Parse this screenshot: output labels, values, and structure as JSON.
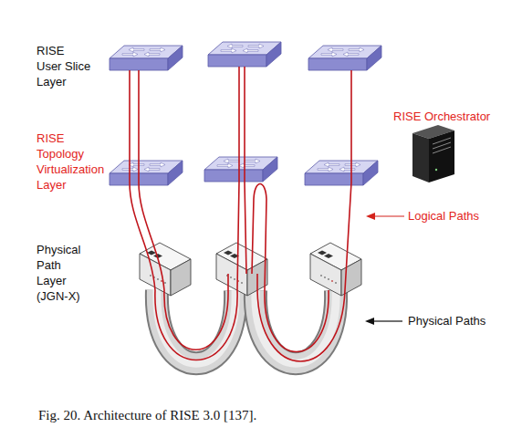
{
  "diagram": {
    "caption": "Fig. 20. Architecture of RISE 3.0 [137].",
    "nodes": [
      {
        "text": [
          "RISE User Slice Layer"
        ]
      },
      {
        "text": [
          "RISE Topology Virtualization Layer"
        ]
      },
      {
        "text": [
          "Physical Path Layer (JGN-X)"
        ]
      }
    ],
    "labels": [
      "RISE Orchestrator",
      "Logical Paths",
      "Physical Paths"
    ]
  }
}
